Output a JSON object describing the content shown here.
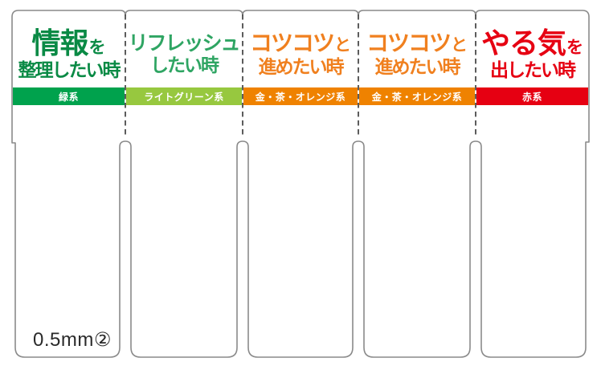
{
  "panels": [
    {
      "title_main": "情報",
      "title_suffix": "を",
      "title_line2": "整理したい時",
      "bar_label": "緑系",
      "text_color": "#0a8a45",
      "bar_color": "#00a24d"
    },
    {
      "title_main": "リフレッシュ",
      "title_suffix": "",
      "title_line2": "したい時",
      "bar_label": "ライトグリーン系",
      "text_color": "#2fa563",
      "bar_color": "#97c83f"
    },
    {
      "title_main": "コツコツ",
      "title_suffix": "と",
      "title_line2": "進めたい時",
      "bar_label": "金・茶・オレンジ系",
      "text_color": "#f0801f",
      "bar_color": "#ef8200"
    },
    {
      "title_main": "コツコツ",
      "title_suffix": "と",
      "title_line2": "進めたい時",
      "bar_label": "金・茶・オレンジ系",
      "text_color": "#f0801f",
      "bar_color": "#ef8200"
    },
    {
      "title_main": "やる気",
      "title_suffix": "を",
      "title_line2": "出したい時",
      "bar_label": "赤系",
      "text_color": "#e60012",
      "bar_color": "#e60012"
    }
  ],
  "footer": {
    "tip_size_label": "0.5mm②"
  },
  "outline": {
    "stroke_color": "#8a8a8a",
    "perforation_color": "#4a4a4a"
  }
}
